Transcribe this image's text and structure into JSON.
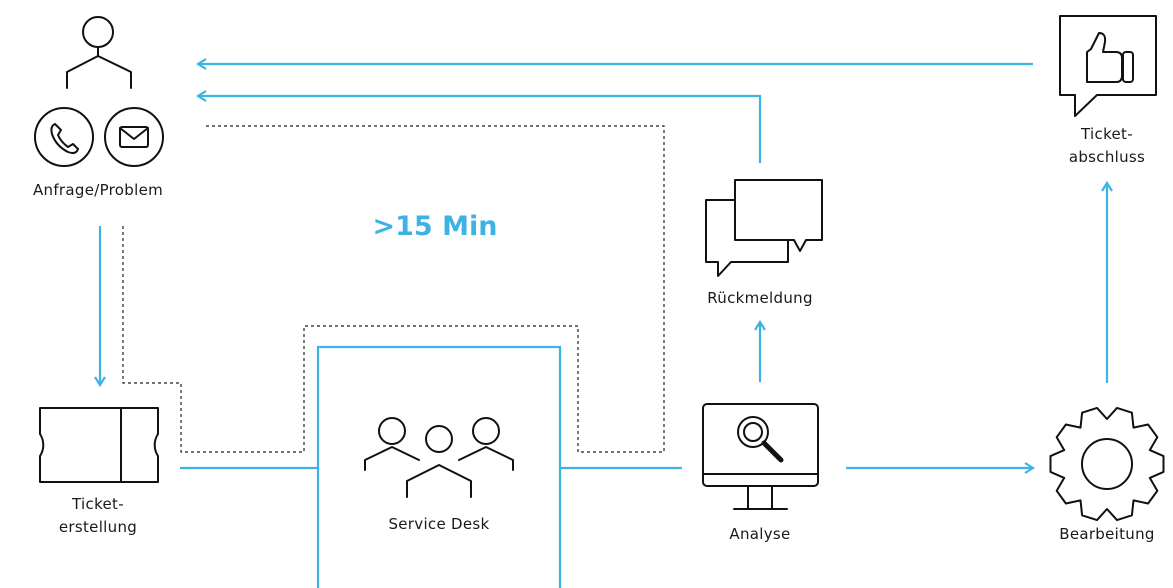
{
  "nodes": {
    "request": {
      "label": "Anfrage/Problem"
    },
    "ticket_creation": {
      "label_line1": "Ticket-",
      "label_line2": "erstellung"
    },
    "service_desk": {
      "label": "Service Desk"
    },
    "analysis": {
      "label": "Analyse"
    },
    "feedback": {
      "label": "Rückmeldung"
    },
    "processing": {
      "label": "Bearbeitung"
    },
    "ticket_close": {
      "label_line1": "Ticket-",
      "label_line2": "abschluss"
    }
  },
  "threshold": {
    "label": ">15 Min"
  },
  "colors": {
    "accent": "#3db3e3",
    "text": "#1a1a1a",
    "icon": "#111111"
  },
  "icons": [
    "person-icon",
    "phone-icon",
    "mail-icon",
    "ticket-icon",
    "team-icon",
    "monitor-search-icon",
    "chat-bubbles-icon",
    "gear-icon",
    "thumbs-up-icon"
  ]
}
